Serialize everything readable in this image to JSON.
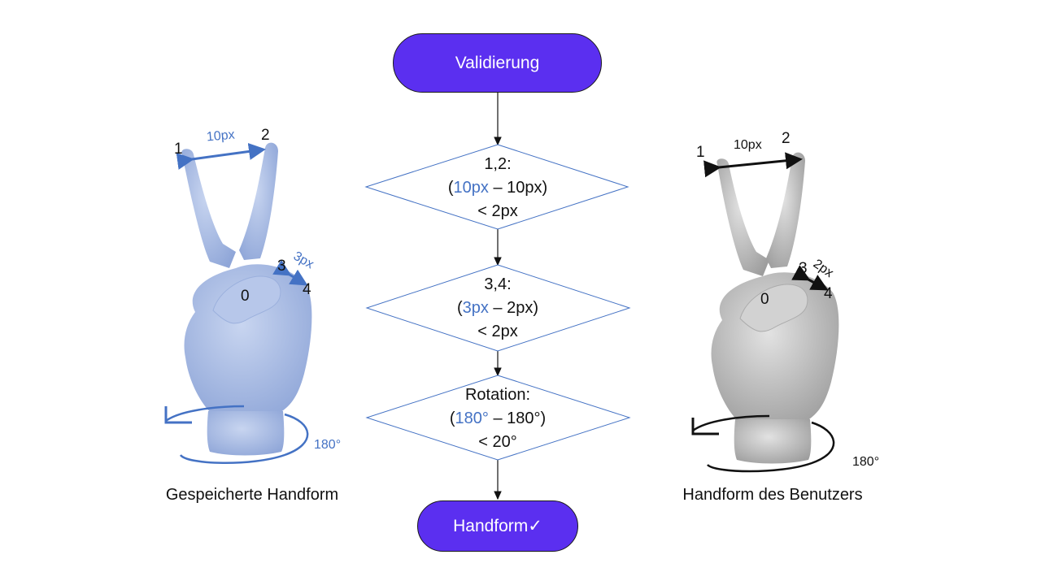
{
  "flow": {
    "start_label": "Validierung",
    "end_label": "Handform✓",
    "decisions": [
      {
        "line1": "1,2:",
        "open": "(",
        "stored": "10px",
        "rest": " – 10px)",
        "line3": "< 2px"
      },
      {
        "line1": "3,4:",
        "open": "(",
        "stored": "3px",
        "rest": " – 2px)",
        "line3": "< 2px"
      },
      {
        "line1": "Rotation:",
        "open": "(",
        "stored": "180°",
        "rest": " – 180°)",
        "line3": "< 20°"
      }
    ]
  },
  "left_hand": {
    "caption": "Gespeicherte Handform",
    "p0": "0",
    "p1": "1",
    "p2": "2",
    "p3": "3",
    "p4": "4",
    "dist_12": "10px",
    "dist_34": "3px",
    "rotation": "180°",
    "color": "#a9bde4",
    "accent": "#4472c4"
  },
  "right_hand": {
    "caption": "Handform des Benutzers",
    "p0": "0",
    "p1": "1",
    "p2": "2",
    "p3": "3",
    "p4": "4",
    "dist_12": "10px",
    "dist_34": "2px",
    "rotation": "180°",
    "color": "#c4c4c4",
    "accent": "#111111"
  },
  "colors": {
    "terminal_fill": "#5b2ff0",
    "decision_stroke": "#4472c4",
    "arrow": "#111111"
  }
}
